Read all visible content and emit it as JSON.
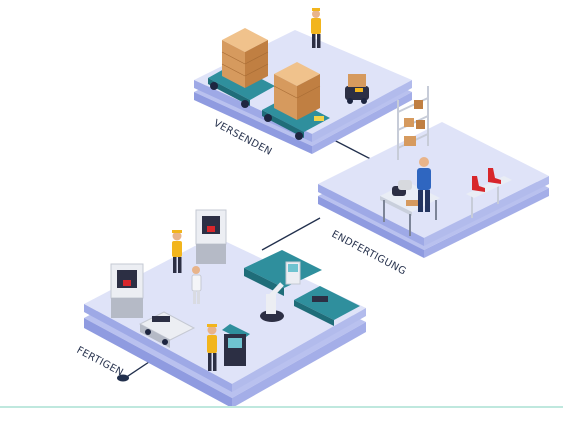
{
  "stations": {
    "shipping": {
      "label": "VERSENDEN"
    },
    "finishing": {
      "label": "ENDFERTIGUNG"
    },
    "manufacturing": {
      "label": "FERTIGEN"
    }
  },
  "colors": {
    "platform_top": "#dfe3f8",
    "platform_side": "#9ea9e6",
    "platform_lower": "#b9c1ef",
    "boxes": "#d7a06a",
    "cart": "#2f8f9d",
    "worker_vest": "#f2b51d",
    "machine_teal": "#2f8f9d",
    "shoe_red": "#d8262b",
    "accent_rule": "#bfe8de"
  },
  "icons": [
    "worker-icon",
    "cardboard-box-icon",
    "cart-icon",
    "robot-icon",
    "shelf-icon",
    "printer-3d-icon",
    "robot-arm-icon",
    "shoe-icon",
    "workbench-icon"
  ]
}
